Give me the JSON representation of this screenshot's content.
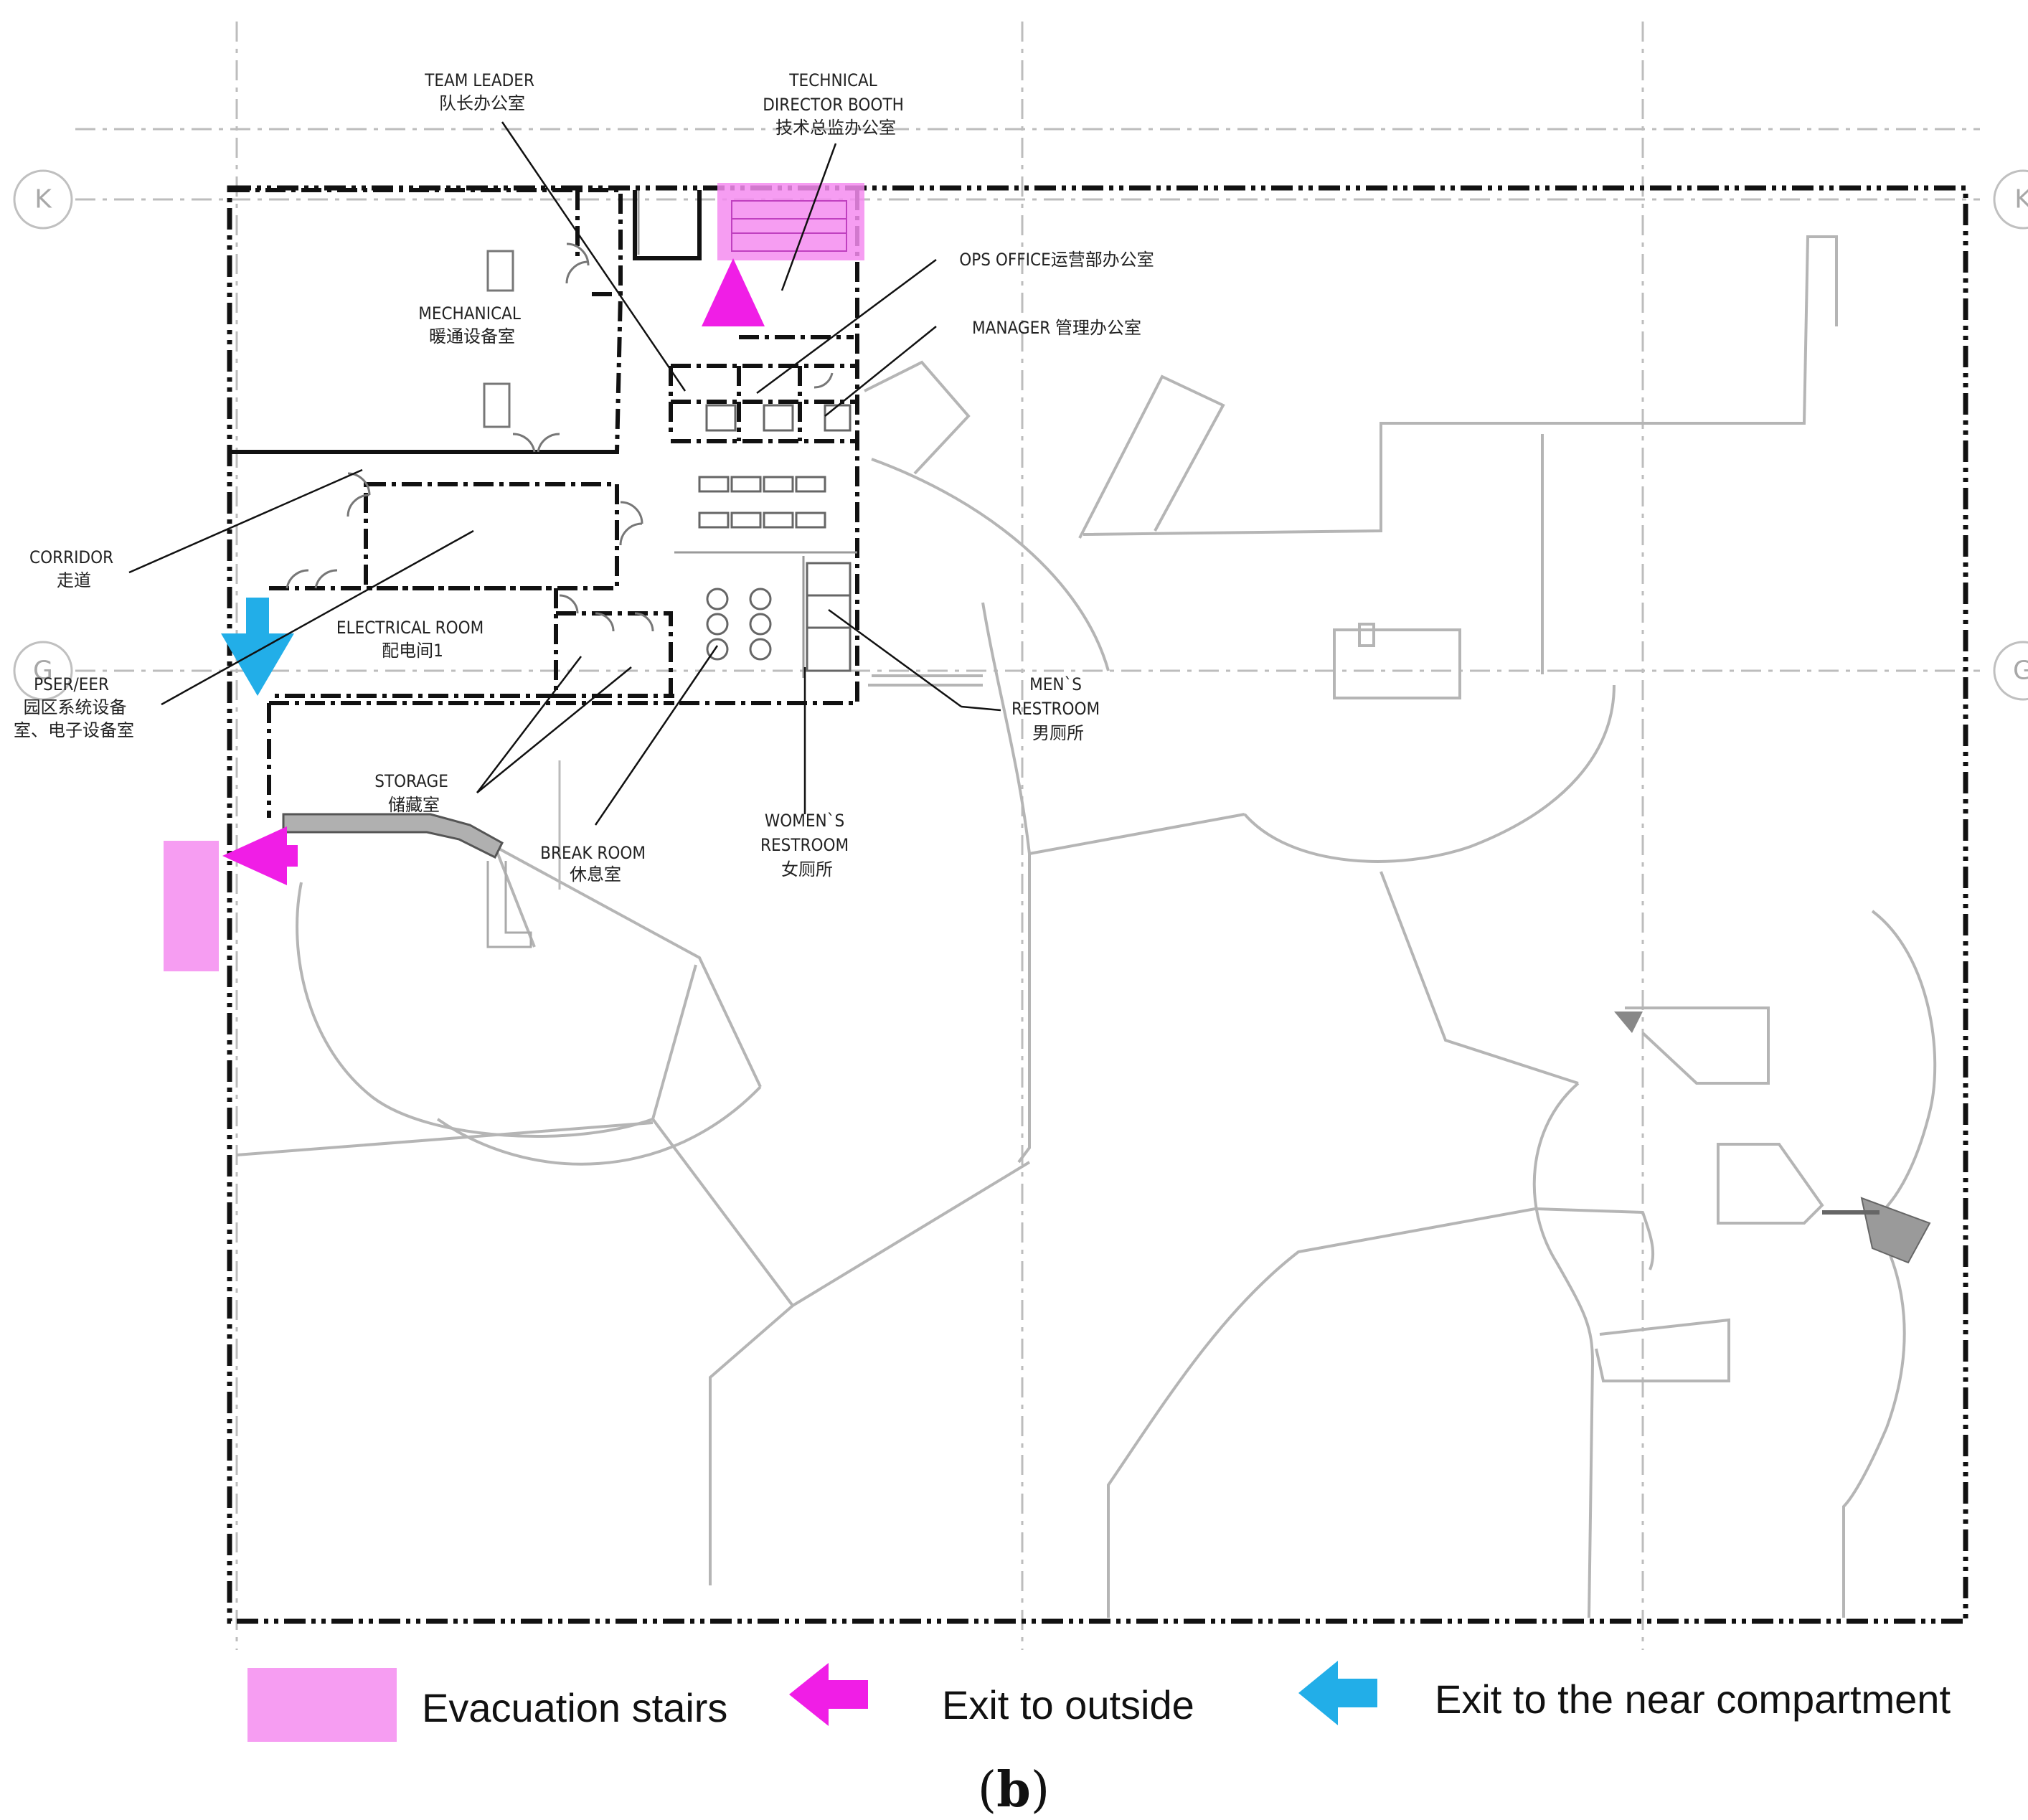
{
  "grid_labels": {
    "k_left": "K",
    "k_right": "K",
    "g_left": "G",
    "g_right": "G"
  },
  "rooms": {
    "team_leader": [
      "TEAM LEADER",
      "队长办公室"
    ],
    "technical_director": [
      "TECHNICAL",
      "DIRECTOR BOOTH",
      "技术总监办公室"
    ],
    "ops_office": [
      "OPS OFFICE运营部办公室"
    ],
    "manager": [
      "MANAGER 管理办公室"
    ],
    "mechanical": [
      "MECHANICAL",
      "暖通设备室"
    ],
    "corridor": [
      "CORRIDOR",
      "走道"
    ],
    "electrical": [
      "ELECTRICAL ROOM",
      "配电间1"
    ],
    "pser": [
      "PSER/EER",
      "园区系统设备",
      "室、电子设备室"
    ],
    "storage": [
      "STORAGE",
      "储藏室"
    ],
    "break_room": [
      "BREAK ROOM",
      "休息室"
    ],
    "womens": [
      "WOMEN`S",
      "RESTROOM",
      "女厕所"
    ],
    "mens": [
      "MEN`S",
      "RESTROOM",
      "男厕所"
    ]
  },
  "legend": {
    "stairs": "Evacuation stairs",
    "exit_outside": "Exit to outside",
    "exit_compartment": "Exit to the near compartment"
  },
  "caption": {
    "open": "(",
    "letter": "b",
    "close": ")"
  },
  "colors": {
    "stairs": "#f58cf0",
    "exit_outside": "#f01ee6",
    "exit_compartment": "#22aee8",
    "wall": "#111111",
    "partition": "#b5b5b5"
  }
}
